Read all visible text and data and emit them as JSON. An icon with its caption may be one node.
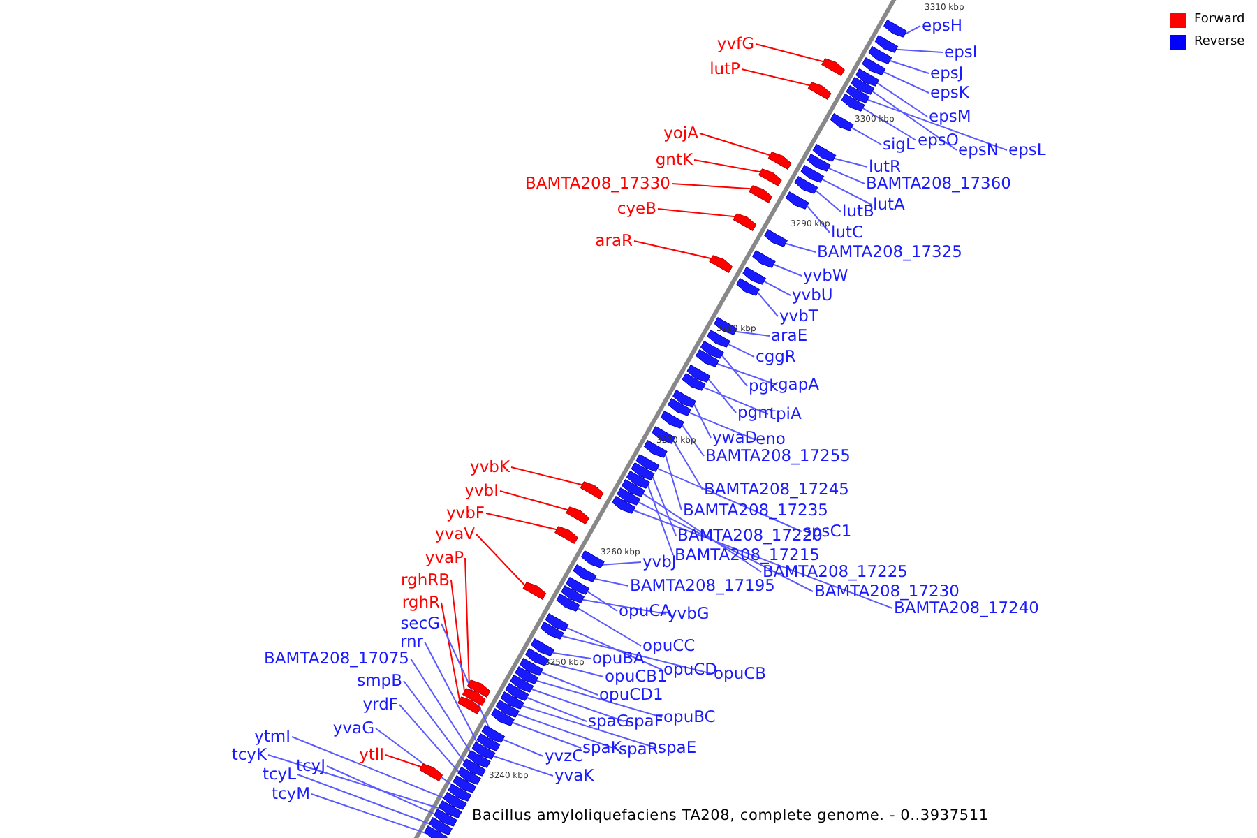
{
  "diagram": {
    "caption": "Bacillus amyloliquefaciens TA208, complete genome. - 0..3937511",
    "nodes": [
      {
        "text": [
          "epsH"
        ]
      },
      {
        "text": [
          "epsI"
        ]
      },
      {
        "text": [
          "yvfG"
        ]
      },
      {
        "text": [
          "lutP"
        ]
      },
      {
        "text": [
          "epsJ"
        ]
      },
      {
        "text": [
          "epsK"
        ]
      },
      {
        "text": [
          "epsM"
        ]
      },
      {
        "text": [
          "epsO"
        ]
      },
      {
        "text": [
          "sigL"
        ]
      },
      {
        "text": [
          "epsN"
        ]
      },
      {
        "text": [
          "epsL"
        ]
      },
      {
        "text": [
          "yojA"
        ]
      },
      {
        "text": [
          "gntK"
        ]
      },
      {
        "text": [
          "lutR"
        ]
      },
      {
        "text": [
          "BAMTA208_17360"
        ]
      },
      {
        "text": [
          "BAMTA208_17330"
        ]
      },
      {
        "text": [
          "lutA"
        ]
      },
      {
        "text": [
          "cyeB"
        ]
      },
      {
        "text": [
          "lutB"
        ]
      },
      {
        "text": [
          "lutC"
        ]
      },
      {
        "text": [
          "araR"
        ]
      },
      {
        "text": [
          "BAMTA208_17325"
        ]
      },
      {
        "text": [
          "yvbW"
        ]
      },
      {
        "text": [
          "yvbU"
        ]
      },
      {
        "text": [
          "yvbT"
        ]
      },
      {
        "text": [
          "araE"
        ]
      },
      {
        "text": [
          "cggR"
        ]
      },
      {
        "text": [
          "gapA"
        ]
      },
      {
        "text": [
          "pgk"
        ]
      },
      {
        "text": [
          "pgm"
        ]
      },
      {
        "text": [
          "tpiA"
        ]
      },
      {
        "text": [
          "ywaD"
        ]
      },
      {
        "text": [
          "eno"
        ]
      },
      {
        "text": [
          "BAMTA208_17255"
        ]
      },
      {
        "text": [
          "yvbK"
        ]
      },
      {
        "text": [
          "BAMTA208_17245"
        ]
      },
      {
        "text": [
          "yvbI"
        ]
      },
      {
        "text": [
          "BAMTA208_17235"
        ]
      },
      {
        "text": [
          "yvbF"
        ]
      },
      {
        "text": [
          "spsC1"
        ]
      },
      {
        "text": [
          "yvaV"
        ]
      },
      {
        "text": [
          "BAMTA208_17220"
        ]
      },
      {
        "text": [
          "BAMTA208_17215"
        ]
      },
      {
        "text": [
          "yvaP"
        ]
      },
      {
        "text": [
          "yvbJ"
        ]
      },
      {
        "text": [
          "BAMTA208_17225"
        ]
      },
      {
        "text": [
          "rghRB"
        ]
      },
      {
        "text": [
          "BAMTA208_17195"
        ]
      },
      {
        "text": [
          "BAMTA208_17230"
        ]
      },
      {
        "text": [
          "rghR"
        ]
      },
      {
        "text": [
          "BAMTA208_17240"
        ]
      },
      {
        "text": [
          "opuCA"
        ]
      },
      {
        "text": [
          "yvbG"
        ]
      },
      {
        "text": [
          "secG"
        ]
      },
      {
        "text": [
          "rnr"
        ]
      },
      {
        "text": [
          "opuCC"
        ]
      },
      {
        "text": [
          "BAMTA208_17075"
        ]
      },
      {
        "text": [
          "opuBA"
        ]
      },
      {
        "text": [
          "opuCD"
        ]
      },
      {
        "text": [
          "opuCB"
        ]
      },
      {
        "text": [
          "opuCB1"
        ]
      },
      {
        "text": [
          "smpB"
        ]
      },
      {
        "text": [
          "opuCD1"
        ]
      },
      {
        "text": [
          "yrdF"
        ]
      },
      {
        "text": [
          "opuBC"
        ]
      },
      {
        "text": [
          "spaG"
        ]
      },
      {
        "text": [
          "spaF"
        ]
      },
      {
        "text": [
          "yvaG"
        ]
      },
      {
        "text": [
          "ytmI"
        ]
      },
      {
        "text": [
          "spaK"
        ]
      },
      {
        "text": [
          "spaR"
        ]
      },
      {
        "text": [
          "spaE"
        ]
      },
      {
        "text": [
          "ytlI"
        ]
      },
      {
        "text": [
          "tcyK"
        ]
      },
      {
        "text": [
          "yvzC"
        ]
      },
      {
        "text": [
          "tcyJ"
        ]
      },
      {
        "text": [
          "tcyL"
        ]
      },
      {
        "text": [
          "yvaK"
        ]
      },
      {
        "text": [
          "tcyM"
        ]
      },
      {
        "text": [],
        "shape": "box"
      },
      {
        "text": [],
        "shape": "box"
      },
      {
        "text": [],
        "shape": "box"
      },
      {
        "text": [],
        "shape": "box"
      },
      {
        "text": [],
        "shape": "box"
      },
      {
        "text": [],
        "shape": "box"
      },
      {
        "text": [],
        "shape": "box"
      },
      {
        "text": [],
        "shape": "box"
      },
      {
        "text": [],
        "shape": "box"
      },
      {
        "text": [],
        "shape": "box"
      },
      {
        "text": [],
        "shape": "box"
      },
      {
        "text": [],
        "shape": "box"
      },
      {
        "text": [],
        "shape": "box"
      },
      {
        "text": [],
        "shape": "box"
      },
      {
        "text": [],
        "shape": "box"
      },
      {
        "text": [],
        "shape": "box"
      },
      {
        "text": [],
        "shape": "box"
      },
      {
        "text": [],
        "shape": "box"
      },
      {
        "text": [],
        "shape": "box"
      },
      {
        "text": [],
        "shape": "box"
      },
      {
        "text": [],
        "shape": "box"
      },
      {
        "text": [],
        "shape": "box"
      },
      {
        "text": [],
        "shape": "box"
      },
      {
        "text": [],
        "shape": "box"
      },
      {
        "text": [],
        "shape": "box"
      },
      {
        "text": [],
        "shape": "box"
      },
      {
        "text": [],
        "shape": "box"
      },
      {
        "text": [],
        "shape": "box"
      },
      {
        "text": [],
        "shape": "box"
      },
      {
        "text": [],
        "shape": "box"
      },
      {
        "text": [],
        "shape": "box"
      },
      {
        "text": [],
        "shape": "box"
      },
      {
        "text": [],
        "shape": "box"
      },
      {
        "text": [],
        "shape": "box"
      },
      {
        "text": [],
        "shape": "box"
      },
      {
        "text": [],
        "shape": "box"
      },
      {
        "text": [],
        "shape": "box"
      },
      {
        "text": [],
        "shape": "box"
      },
      {
        "text": [],
        "shape": "box"
      },
      {
        "text": [],
        "shape": "box"
      },
      {
        "text": [],
        "shape": "box"
      },
      {
        "text": [],
        "shape": "box"
      },
      {
        "text": [],
        "shape": "box"
      },
      {
        "text": [],
        "shape": "box"
      },
      {
        "text": [],
        "shape": "box"
      },
      {
        "text": [],
        "shape": "box"
      },
      {
        "text": [],
        "shape": "box"
      },
      {
        "text": [],
        "shape": "box"
      },
      {
        "text": [],
        "shape": "box"
      },
      {
        "text": [],
        "shape": "box"
      },
      {
        "text": [],
        "shape": "box"
      },
      {
        "text": [],
        "shape": "box"
      },
      {
        "text": [],
        "shape": "box"
      },
      {
        "text": [],
        "shape": "box"
      },
      {
        "text": [],
        "shape": "box"
      },
      {
        "text": [],
        "shape": "box"
      },
      {
        "text": [],
        "shape": "box"
      },
      {
        "text": [],
        "shape": "box"
      },
      {
        "text": [],
        "shape": "box"
      },
      {
        "text": [],
        "shape": "box"
      },
      {
        "text": [],
        "shape": "box"
      },
      {
        "text": [],
        "shape": "box"
      },
      {
        "text": [],
        "shape": "box"
      },
      {
        "text": [],
        "shape": "box"
      },
      {
        "text": [],
        "shape": "box"
      },
      {
        "text": [],
        "shape": "box"
      },
      {
        "text": [],
        "shape": "box"
      },
      {
        "text": [],
        "shape": "box"
      },
      {
        "text": [],
        "shape": "box"
      },
      {
        "text": [],
        "shape": "box"
      },
      {
        "text": [],
        "shape": "box"
      },
      {
        "text": [],
        "shape": "box"
      },
      {
        "text": [],
        "shape": "box"
      },
      {
        "text": [],
        "shape": "box"
      },
      {
        "text": [],
        "shape": "box"
      },
      {
        "text": [],
        "shape": "box"
      },
      {
        "text": [],
        "shape": "box"
      },
      {
        "text": [],
        "shape": "box"
      },
      {
        "text": [],
        "shape": "box"
      }
    ],
    "edges": [
      {
        "from": 0,
        "to": 79,
        "arrow": "none"
      },
      {
        "from": 1,
        "to": 80,
        "arrow": "none"
      },
      {
        "from": 2,
        "to": 84,
        "arrow": "none",
        "color": "#ff0000"
      },
      {
        "from": 3,
        "to": 88,
        "arrow": "none",
        "color": "#ff0000"
      },
      {
        "from": 4,
        "to": 81,
        "arrow": "none"
      },
      {
        "from": 5,
        "to": 82,
        "arrow": "none"
      },
      {
        "from": 6,
        "to": 83,
        "arrow": "none"
      },
      {
        "from": 7,
        "to": 87,
        "arrow": "none"
      },
      {
        "from": 8,
        "to": 89,
        "arrow": "none"
      },
      {
        "from": 9,
        "to": 85,
        "arrow": "none"
      },
      {
        "from": 10,
        "to": 86,
        "arrow": "none"
      },
      {
        "from": 11,
        "to": 93,
        "arrow": "none",
        "color": "#ff0000"
      },
      {
        "from": 12,
        "to": 95,
        "arrow": "none",
        "color": "#ff0000"
      },
      {
        "from": 13,
        "to": 90,
        "arrow": "none"
      },
      {
        "from": 14,
        "to": 91,
        "arrow": "none"
      },
      {
        "from": 15,
        "to": 97,
        "arrow": "none",
        "color": "#ff0000"
      },
      {
        "from": 16,
        "to": 92,
        "arrow": "none"
      },
      {
        "from": 17,
        "to": 99,
        "arrow": "none",
        "color": "#ff0000"
      },
      {
        "from": 18,
        "to": 94,
        "arrow": "none"
      },
      {
        "from": 19,
        "to": 96,
        "arrow": "none"
      },
      {
        "from": 20,
        "to": 102,
        "arrow": "none",
        "color": "#ff0000"
      },
      {
        "from": 21,
        "to": 98,
        "arrow": "none"
      },
      {
        "from": 22,
        "to": 100,
        "arrow": "none"
      },
      {
        "from": 23,
        "to": 101,
        "arrow": "none"
      },
      {
        "from": 24,
        "to": 103,
        "arrow": "none"
      },
      {
        "from": 25,
        "to": 104,
        "arrow": "none"
      },
      {
        "from": 26,
        "to": 105,
        "arrow": "none"
      },
      {
        "from": 27,
        "to": 107,
        "arrow": "none"
      },
      {
        "from": 28,
        "to": 106,
        "arrow": "none"
      },
      {
        "from": 29,
        "to": 108,
        "arrow": "none"
      },
      {
        "from": 30,
        "to": 109,
        "arrow": "none"
      },
      {
        "from": 31,
        "to": 110,
        "arrow": "none"
      },
      {
        "from": 32,
        "to": 111,
        "arrow": "none"
      },
      {
        "from": 33,
        "to": 112,
        "arrow": "none"
      },
      {
        "from": 34,
        "to": 121,
        "arrow": "none",
        "color": "#ff0000"
      },
      {
        "from": 35,
        "to": 113,
        "arrow": "none"
      },
      {
        "from": 36,
        "to": 122,
        "arrow": "none",
        "color": "#ff0000"
      },
      {
        "from": 37,
        "to": 114,
        "arrow": "none"
      },
      {
        "from": 38,
        "to": 123,
        "arrow": "none",
        "color": "#ff0000"
      },
      {
        "from": 39,
        "to": 115,
        "arrow": "none"
      },
      {
        "from": 40,
        "to": 129,
        "arrow": "none",
        "color": "#ff0000"
      },
      {
        "from": 41,
        "to": 116,
        "arrow": "none"
      },
      {
        "from": 42,
        "to": 117,
        "arrow": "none"
      },
      {
        "from": 43,
        "to": 140,
        "arrow": "none",
        "color": "#ff0000"
      },
      {
        "from": 44,
        "to": 124,
        "arrow": "none"
      },
      {
        "from": 45,
        "to": 118,
        "arrow": "none"
      },
      {
        "from": 46,
        "to": 142,
        "arrow": "none",
        "color": "#ff0000"
      },
      {
        "from": 47,
        "to": 125,
        "arrow": "none"
      },
      {
        "from": 48,
        "to": 119,
        "arrow": "none"
      },
      {
        "from": 49,
        "to": 143,
        "arrow": "none",
        "color": "#ff0000"
      },
      {
        "from": 50,
        "to": 120,
        "arrow": "none"
      },
      {
        "from": 51,
        "to": 126,
        "arrow": "none"
      },
      {
        "from": 52,
        "to": 127,
        "arrow": "none"
      },
      {
        "from": 53,
        "to": 145,
        "arrow": "none"
      },
      {
        "from": 54,
        "to": 147,
        "arrow": "none"
      },
      {
        "from": 55,
        "to": 128,
        "arrow": "none"
      },
      {
        "from": 56,
        "to": 148,
        "arrow": "none"
      },
      {
        "from": 57,
        "to": 132,
        "arrow": "none"
      },
      {
        "from": 58,
        "to": 130,
        "arrow": "none"
      },
      {
        "from": 59,
        "to": 131,
        "arrow": "none"
      },
      {
        "from": 60,
        "to": 133,
        "arrow": "none"
      },
      {
        "from": 61,
        "to": 149,
        "arrow": "none"
      },
      {
        "from": 62,
        "to": 134,
        "arrow": "none"
      },
      {
        "from": 63,
        "to": 150,
        "arrow": "none"
      },
      {
        "from": 64,
        "to": 135,
        "arrow": "none"
      },
      {
        "from": 65,
        "to": 137,
        "arrow": "none"
      },
      {
        "from": 66,
        "to": 136,
        "arrow": "none"
      },
      {
        "from": 67,
        "to": 152,
        "arrow": "none"
      },
      {
        "from": 68,
        "to": 153,
        "arrow": "none"
      },
      {
        "from": 69,
        "to": 141,
        "arrow": "none"
      },
      {
        "from": 70,
        "to": 139,
        "arrow": "none"
      },
      {
        "from": 71,
        "to": 138,
        "arrow": "none"
      },
      {
        "from": 72,
        "to": 151,
        "arrow": "none",
        "color": "#ff0000"
      },
      {
        "from": 73,
        "to": 154,
        "arrow": "none"
      },
      {
        "from": 74,
        "to": 144,
        "arrow": "none"
      },
      {
        "from": 75,
        "to": 155,
        "arrow": "none"
      },
      {
        "from": 76,
        "to": 156,
        "arrow": "none"
      },
      {
        "from": 77,
        "to": 146,
        "arrow": "none"
      },
      {
        "from": 78,
        "to": 157,
        "arrow": "none"
      }
    ],
    "labels": [
      "3310 kbp",
      "3300 kbp",
      "3290 kbp",
      "3280 kbp",
      "3270 kbp",
      "3260 kbp",
      "3250 kbp",
      "3240 kbp"
    ],
    "legend": [
      {
        "text": "Forward",
        "color": "#ff0000"
      },
      {
        "text": "Reverse",
        "color": "#0000ff"
      }
    ]
  }
}
